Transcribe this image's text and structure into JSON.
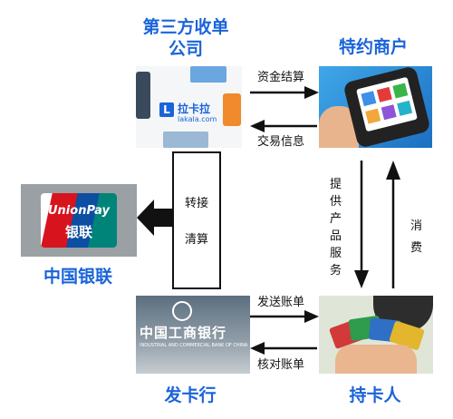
{
  "nodes": {
    "acquirer": {
      "line1": "第三方收单",
      "line2": "公司"
    },
    "merchant": "特约商户",
    "unionpay": "中国银联",
    "issuer": "发卡行",
    "cardholder": "持卡人"
  },
  "edges": {
    "settlement": "资金结算",
    "transaction_info": "交易信息",
    "services": [
      "提",
      "供",
      "产",
      "品",
      "服",
      "务"
    ],
    "consume": [
      "消",
      "费"
    ],
    "send_bill": "发送账单",
    "verify_bill": "核对账单"
  },
  "transfer_box": {
    "line1": "转接",
    "line2": "清算"
  },
  "logos": {
    "lakala_cn": "拉卡拉",
    "lakala_en": "lakala.com",
    "unionpay_en": "UnionPay",
    "unionpay_cn": "银联",
    "icbc_cn": "中国工商银行",
    "icbc_en": "INDUSTRIAL AND COMMERCIAL BANK OF CHINA"
  },
  "colors": {
    "label_blue": "#1a64d9",
    "arrow": "#111111"
  }
}
